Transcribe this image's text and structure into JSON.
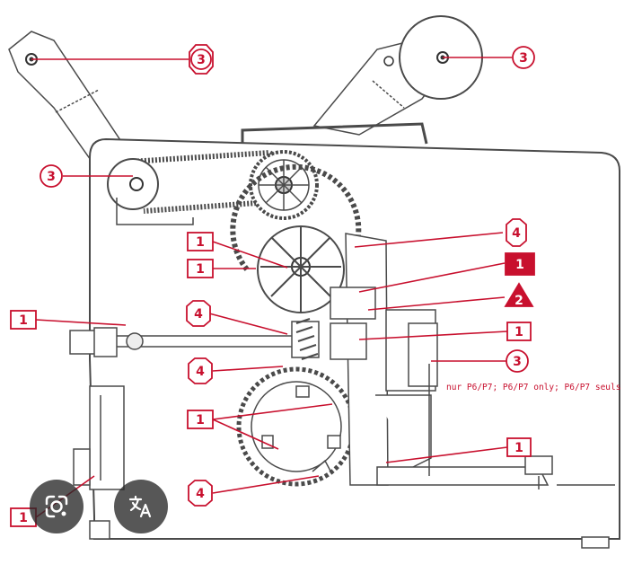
{
  "colors": {
    "line": "#4a4a4a",
    "callout": "#c8102e",
    "paper": "#ffffff",
    "overlay_button": "#2b2b2b"
  },
  "note": "nur P6/P7; P6/P7 only; P6/P7 seuls",
  "callout_labels": {
    "c3_tl": "3",
    "c3_tr": "3",
    "c3_l": "3",
    "c3_r": "3",
    "c4_a": "4",
    "c4_b": "4",
    "c4_c": "4",
    "c4_d": "4",
    "c1_a": "1",
    "c1_b": "1",
    "c1_c": "1",
    "c1_d": "1",
    "c1_e": "1",
    "c1_f": "1",
    "c1_g": "1",
    "c1_filled": "1",
    "c2_triangle": "2"
  },
  "overlay_buttons": {
    "left_icon": "google-lens-icon",
    "right_icon": "translate-icon"
  }
}
